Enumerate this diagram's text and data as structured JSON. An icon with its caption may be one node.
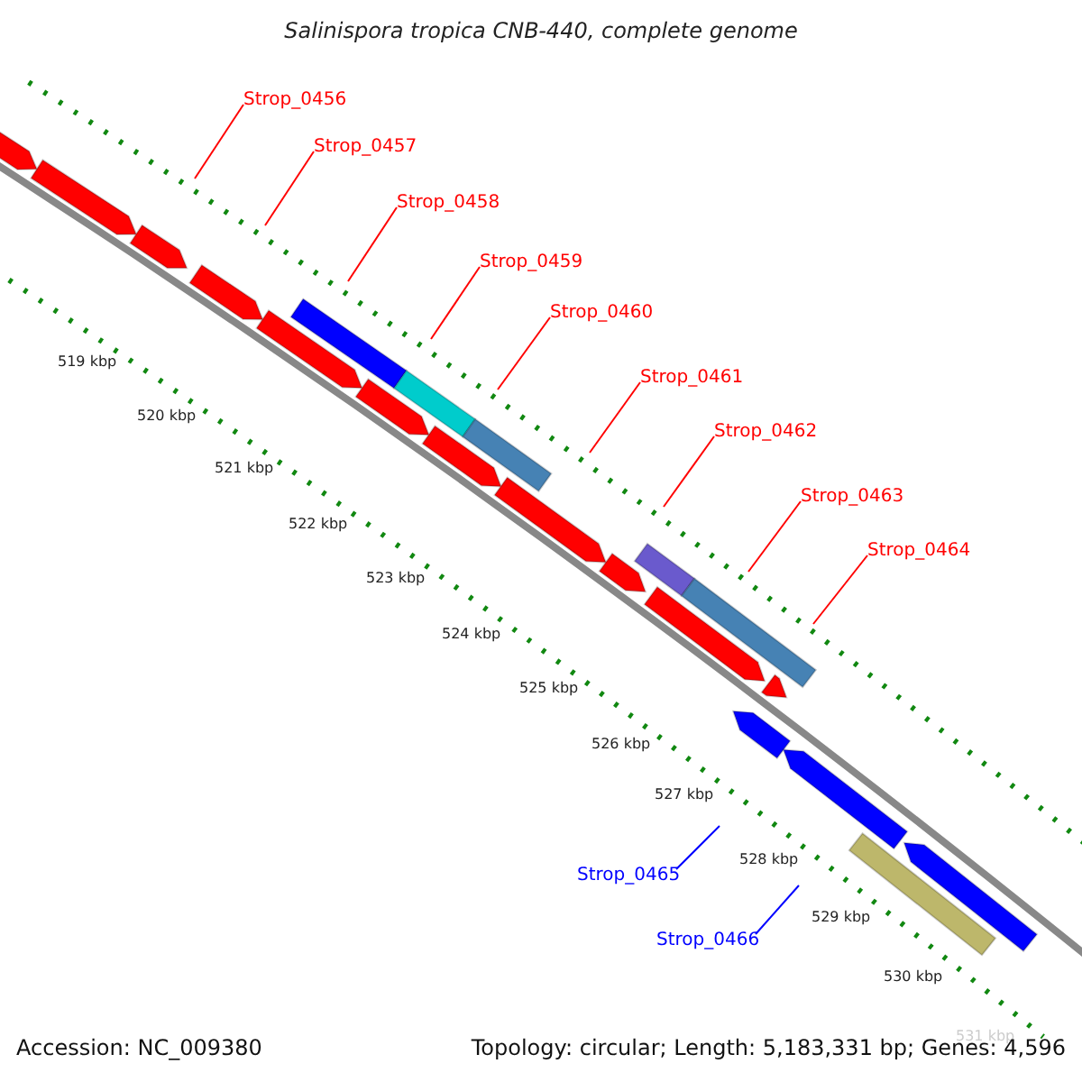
{
  "diagram": {
    "title": "Salinispora tropica CNB-440, complete genome",
    "nodes": [
      {
        "text": [
          "Strop_0456"
        ]
      },
      {
        "text": [
          "Strop_0457"
        ]
      },
      {
        "text": [
          "Strop_0458"
        ]
      },
      {
        "text": [
          "Strop_0459"
        ]
      },
      {
        "text": [
          "Strop_0460"
        ]
      },
      {
        "text": [
          "Strop_0461"
        ]
      },
      {
        "text": [
          "Strop_0462"
        ]
      },
      {
        "text": [
          "Strop_0463"
        ]
      },
      {
        "text": [
          "Strop_0464"
        ]
      },
      {
        "text": [
          "Strop_0465"
        ]
      },
      {
        "text": [
          "Strop_0466"
        ]
      }
    ],
    "edges": [
      {
        "from": 0,
        "to": null,
        "arrow": "none"
      },
      {
        "from": 1,
        "to": null,
        "arrow": "none"
      },
      {
        "from": 2,
        "to": null,
        "arrow": "none"
      },
      {
        "from": 3,
        "to": null,
        "arrow": "none"
      },
      {
        "from": 4,
        "to": null,
        "arrow": "none"
      },
      {
        "from": 5,
        "to": null,
        "arrow": "none"
      },
      {
        "from": 6,
        "to": null,
        "arrow": "none"
      },
      {
        "from": 7,
        "to": null,
        "arrow": "none"
      },
      {
        "from": 8,
        "to": null,
        "arrow": "none"
      },
      {
        "from": 9,
        "to": null,
        "arrow": "none",
        "color": "#0000ff"
      },
      {
        "from": 10,
        "to": null,
        "arrow": "none",
        "color": "#0000ff"
      }
    ],
    "labels": [
      "519 kbp",
      "520 kbp",
      "521 kbp",
      "522 kbp",
      "523 kbp",
      "524 kbp",
      "525 kbp",
      "526 kbp",
      "527 kbp",
      "528 kbp",
      "529 kbp",
      "530 kbp",
      "531 kbp",
      "Accession: NC_009380",
      "Topology: circular; Length: 5,183,331 bp; Genes: 4,596"
    ]
  }
}
